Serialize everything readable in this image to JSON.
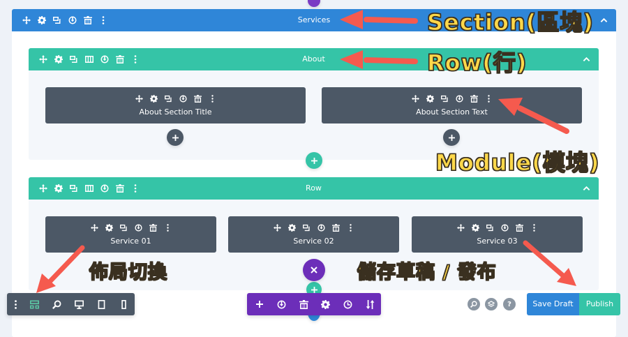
{
  "section": {
    "title": "Services",
    "color": "#2f86d8",
    "tools": [
      "move-icon",
      "gear-icon",
      "duplicate-icon",
      "save-icon",
      "trash-icon",
      "more-icon"
    ]
  },
  "rows": [
    {
      "title": "About",
      "color": "#35c4a7",
      "tools": [
        "move-icon",
        "gear-icon",
        "duplicate-icon",
        "columns-icon",
        "save-icon",
        "trash-icon",
        "more-icon"
      ],
      "modules": [
        {
          "label": "About Section Title"
        },
        {
          "label": "About Section Text"
        }
      ]
    },
    {
      "title": "Row",
      "color": "#35c4a7",
      "tools": [
        "move-icon",
        "gear-icon",
        "duplicate-icon",
        "columns-icon",
        "save-icon",
        "trash-icon",
        "more-icon"
      ],
      "modules": [
        {
          "label": "Service 01"
        },
        {
          "label": "Service 02"
        },
        {
          "label": "Service 03"
        }
      ]
    }
  ],
  "module_tools": [
    "move-icon",
    "gear-icon",
    "duplicate-icon",
    "save-icon",
    "trash-icon",
    "more-icon"
  ],
  "bottom_left_toolbar": {
    "items": [
      "more-icon",
      "wireframe-icon",
      "zoom-icon",
      "desktop-icon",
      "tablet-icon",
      "phone-icon"
    ],
    "active": "wireframe-icon",
    "active_color": "#5bc7a4"
  },
  "page_toolbar": {
    "color": "#6c2eb9",
    "items": [
      "add-icon",
      "save-icon",
      "trash-icon",
      "gear-icon",
      "history-icon",
      "sort-icon"
    ]
  },
  "help_icons": [
    "search-icon",
    "layers-icon",
    "help-icon"
  ],
  "actions": {
    "save_draft": "Save Draft",
    "publish": "Publish",
    "save_draft_color": "#2f86d8",
    "publish_color": "#35c4a7"
  },
  "annotations": {
    "section": "Section(區塊)",
    "row": "Row(行)",
    "module": "Module(模塊)",
    "layout_switch": "佈局切換",
    "save_publish": "儲存草稿 / 發布"
  },
  "annotation_color": "#ffd84a",
  "arrow_color": "#f55a4e"
}
